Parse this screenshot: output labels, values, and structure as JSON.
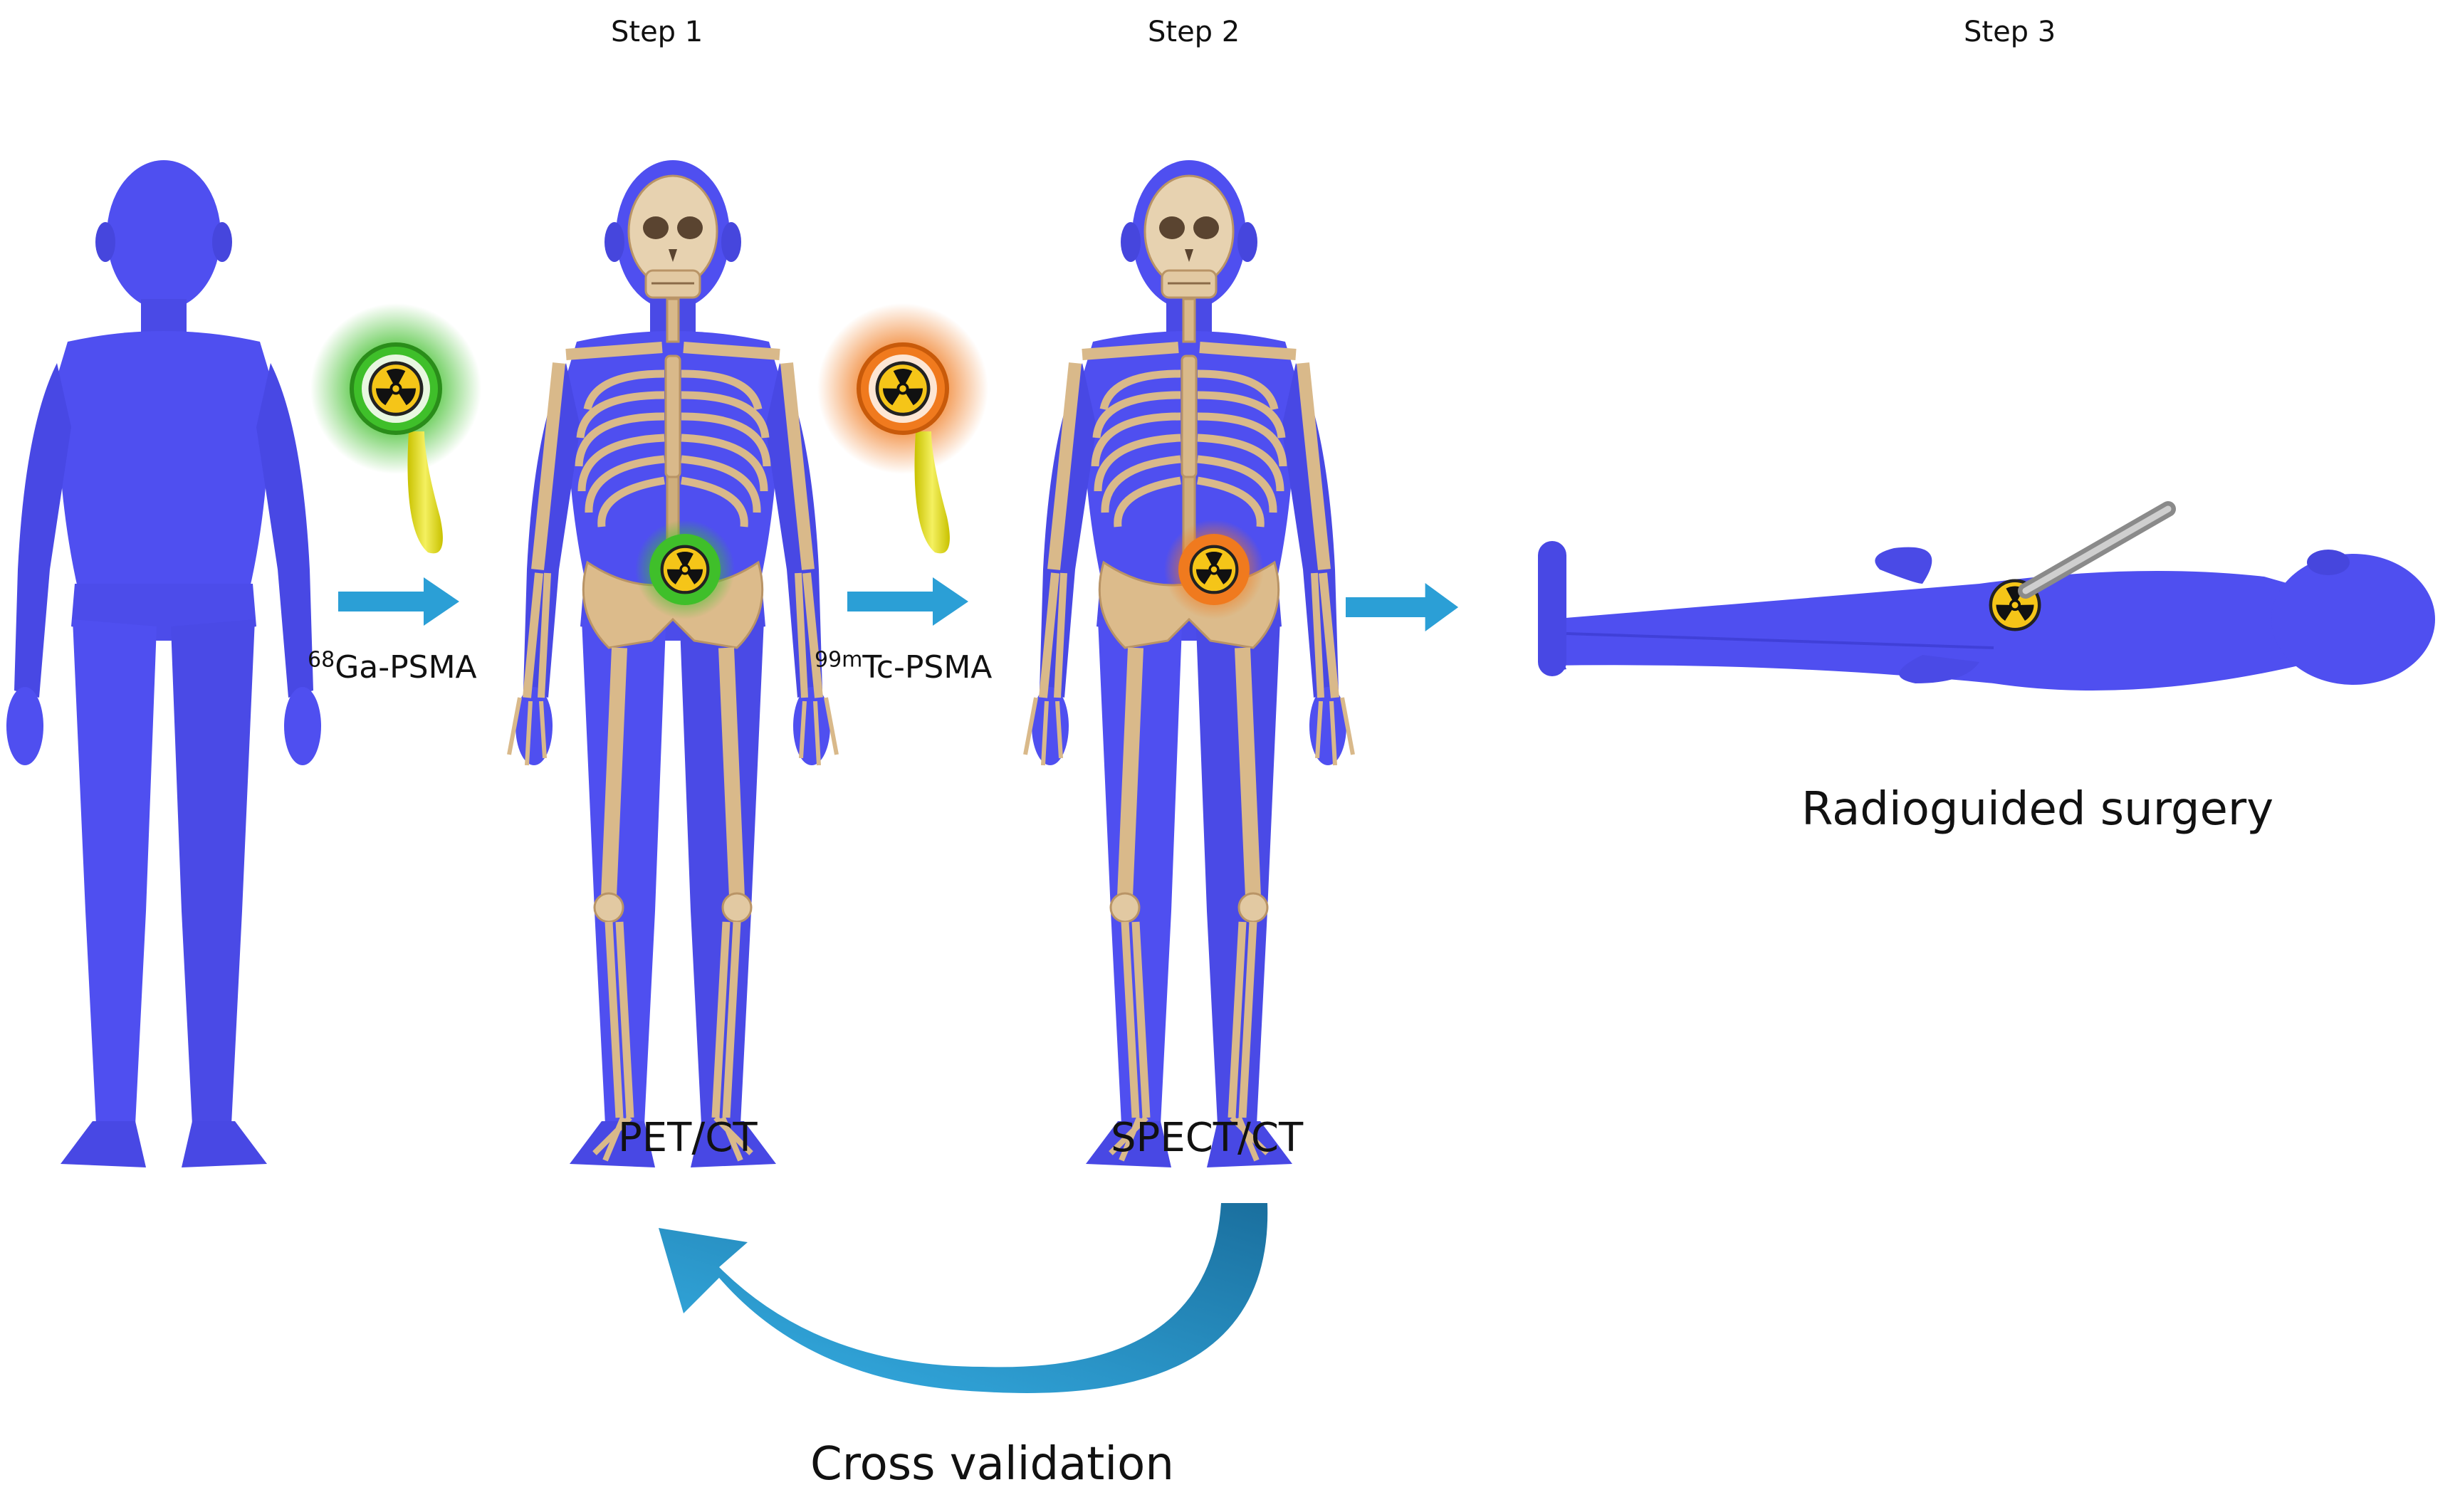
{
  "steps": {
    "step1": "Step 1",
    "step2": "Step 2",
    "step3": "Step 3"
  },
  "tracers": {
    "ga": {
      "isotope": "68",
      "name": "Ga-PSMA"
    },
    "tc": {
      "isotope": "99m",
      "name": "Tc-PSMA"
    }
  },
  "modalities": {
    "pet": "PET/CT",
    "spect": "SPECT/CT"
  },
  "procedure": "Radioguided surgery",
  "validation": "Cross validation",
  "colors": {
    "body": "#4f4ff0",
    "bone": "#d9b98a",
    "arrow": "#2b9fd6",
    "ga_marker": "#3fbf2a",
    "tc_marker": "#f07a1e",
    "syringe": "#e9e21a"
  },
  "icons": [
    "radiation-icon",
    "syringe-icon",
    "scalpel-icon"
  ]
}
